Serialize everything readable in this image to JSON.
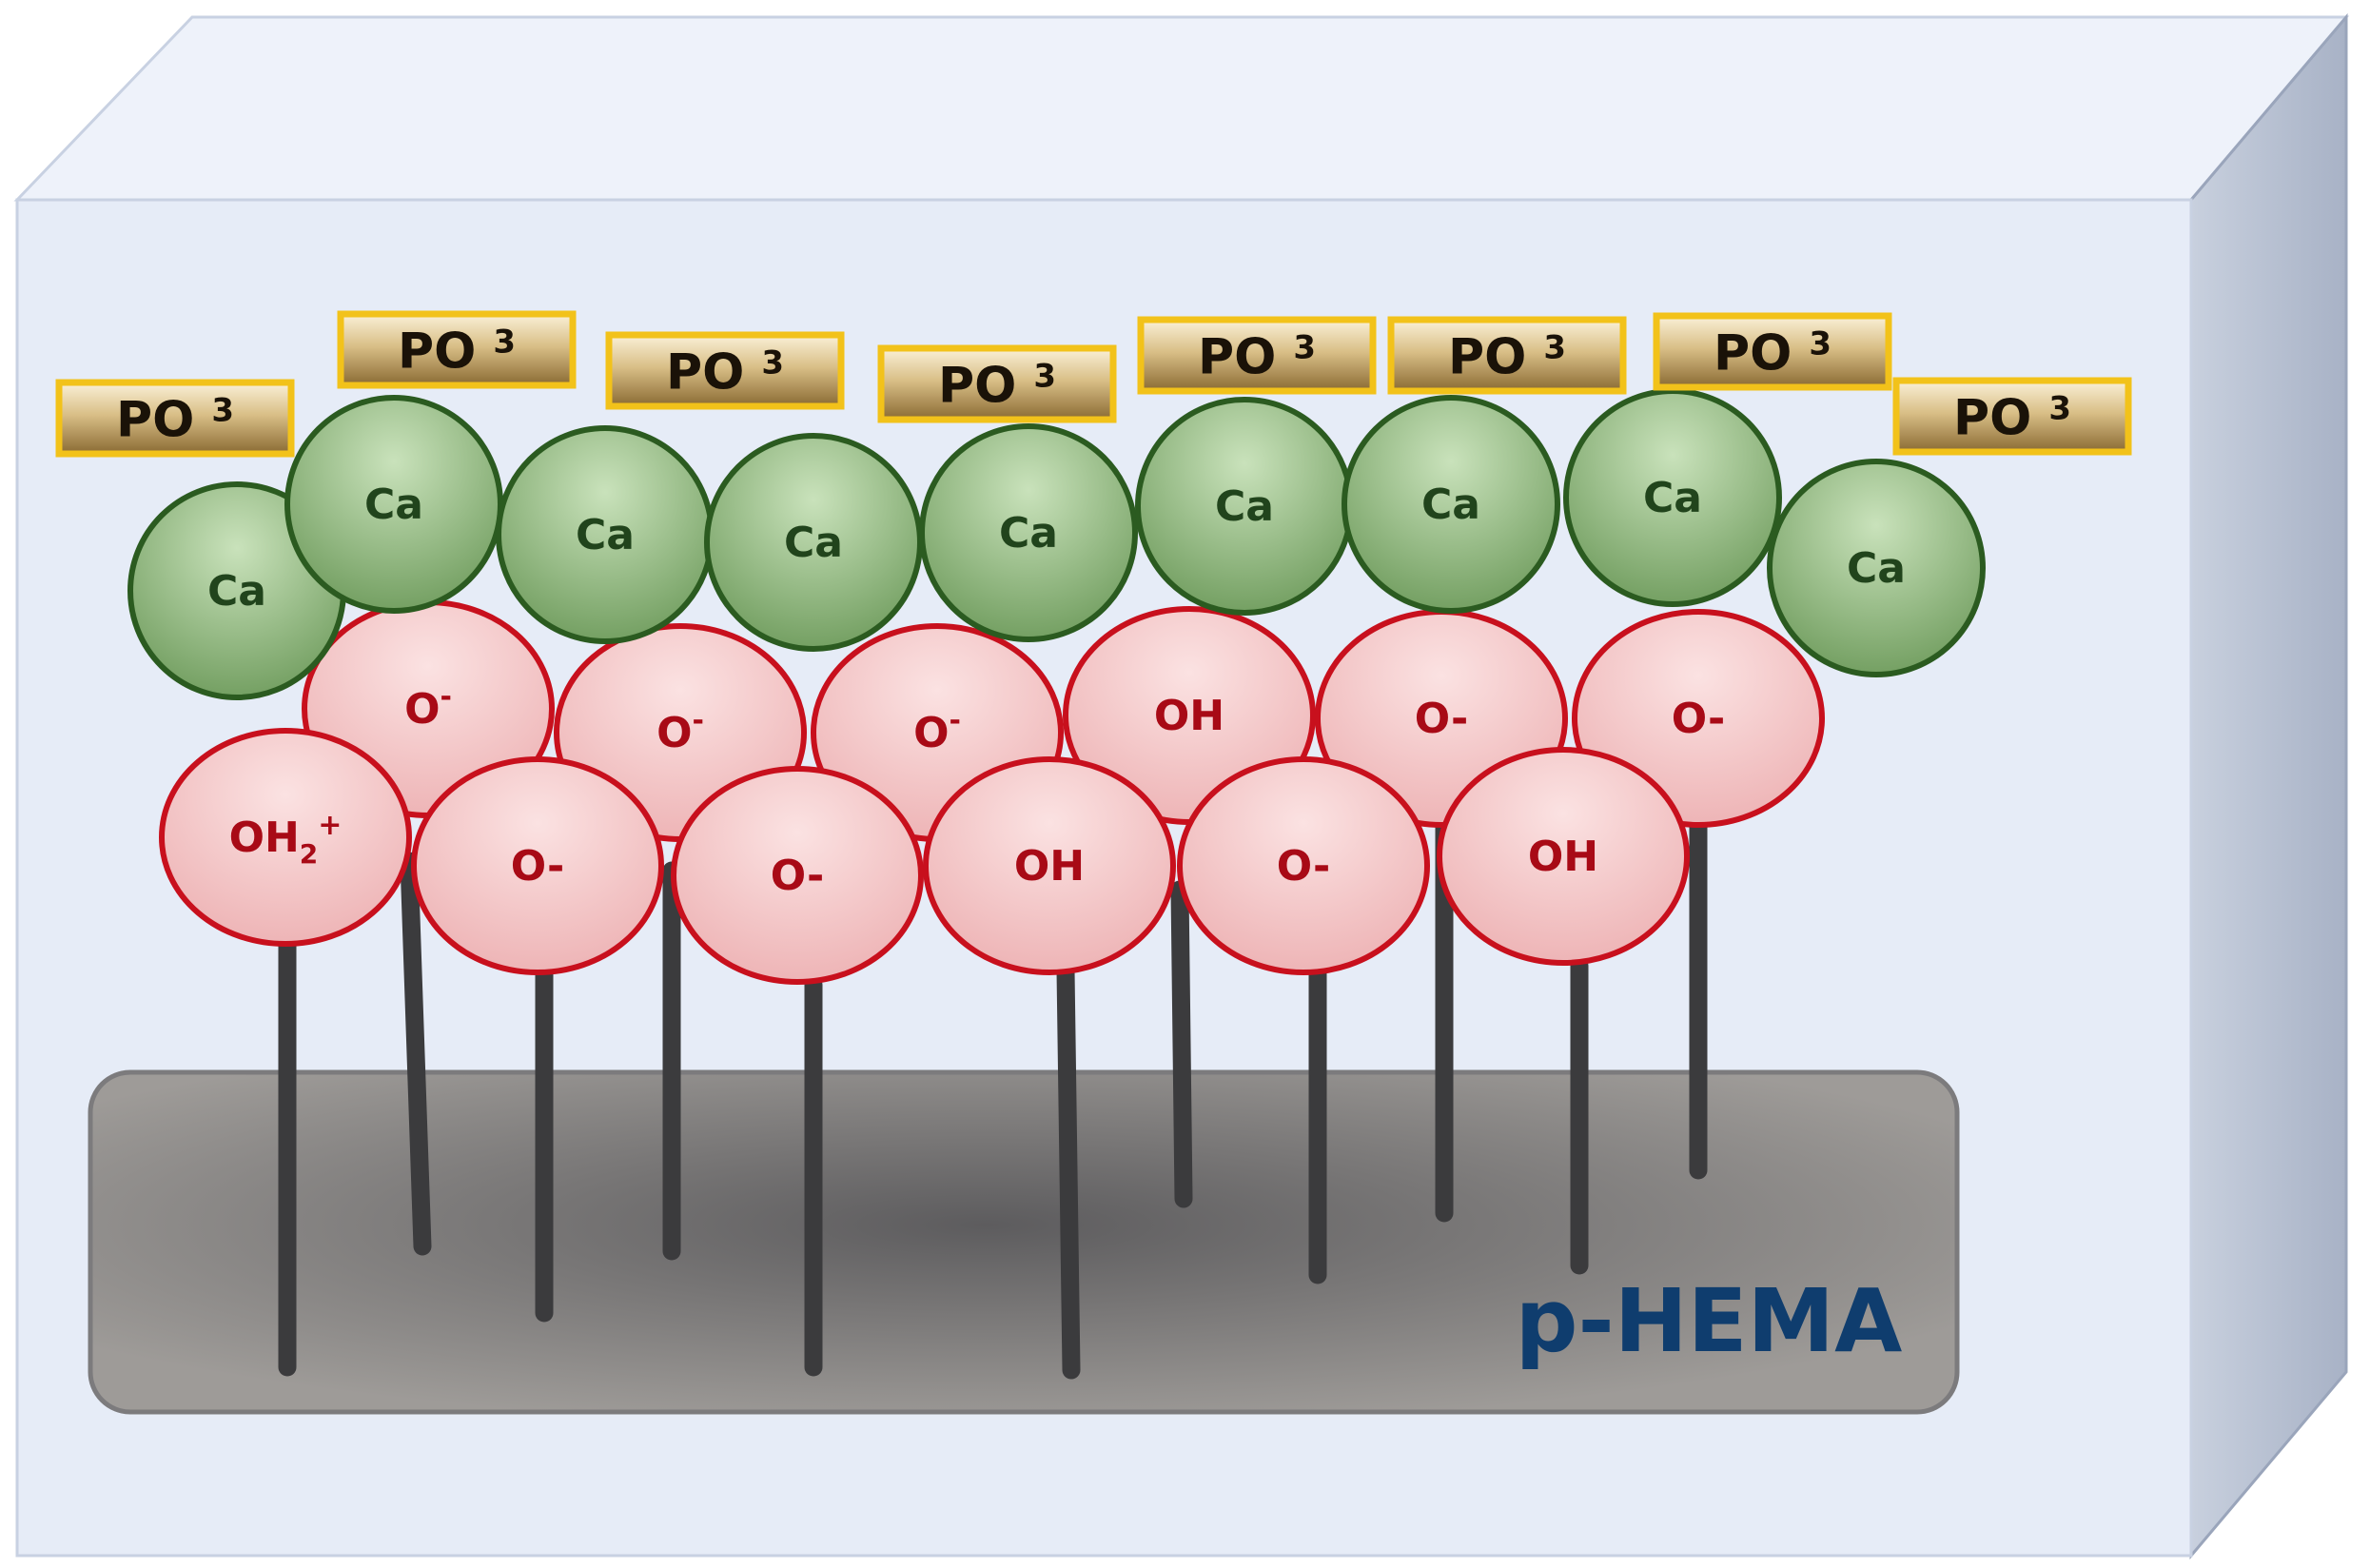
{
  "substrate_label": "p-HEMA",
  "phosphate": {
    "label": "PO",
    "superscript": "3",
    "count": 8
  },
  "calcium": {
    "label": "Ca",
    "count": 9
  },
  "surface_groups": {
    "back_row": [
      {
        "base": "O",
        "sup": "-"
      },
      {
        "base": "O",
        "sup": "-"
      },
      {
        "base": "O",
        "sup": "-"
      },
      {
        "base": "OH"
      },
      {
        "base": "O-"
      },
      {
        "base": "O-"
      }
    ],
    "front_row": [
      {
        "base": "OH",
        "sub": "2",
        "sup": "+"
      },
      {
        "base": "O-"
      },
      {
        "base": "O-"
      },
      {
        "base": "OH"
      },
      {
        "base": "O-"
      },
      {
        "base": "OH"
      }
    ]
  },
  "colors": {
    "box_front": "#e6ecf7",
    "box_top": "#eef2fa",
    "box_side": "#bcc5d6",
    "phosphate_border": "#f2c21a",
    "calcium_fill": "#8fb97c",
    "calcium_border": "#2b5b20",
    "oxygen_fill": "#f3c2c4",
    "oxygen_border": "#c8101d",
    "chain": "#3b3b3d",
    "substrate": "#8a8888",
    "label": "#0f3d6e"
  }
}
